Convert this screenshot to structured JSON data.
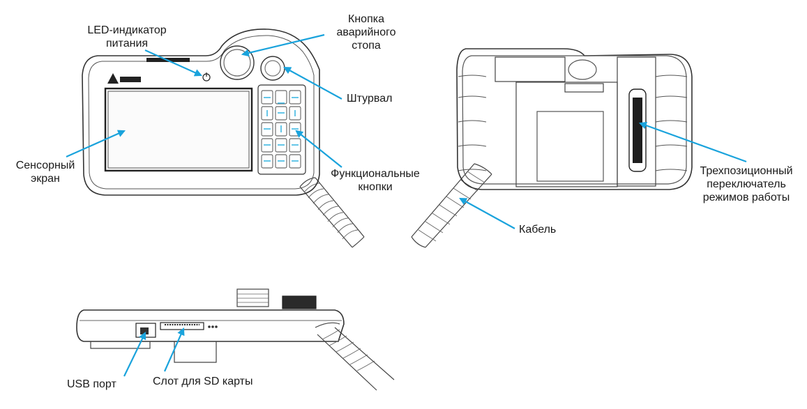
{
  "labels": {
    "led_line1": "LED-индикатор",
    "led_line2": "питания",
    "estop_line1": "Кнопка",
    "estop_line2": "аварийного",
    "estop_line3": "стопа",
    "handwheel": "Штурвал",
    "touchscreen_line1": "Сенсорный",
    "touchscreen_line2": "экран",
    "function_keys_line1": "Функциональные",
    "function_keys_line2": "кнопки",
    "cable": "Кабель",
    "mode_switch_line1": "Трехпозиционный",
    "mode_switch_line2": "переключатель",
    "mode_switch_line3": "режимов работы",
    "usb_port": "USB порт",
    "sd_slot": "Слот для SD карты"
  },
  "colors": {
    "arrow": "#1aa3dc",
    "outline": "#333333",
    "key_text": "#3fb7e3"
  }
}
